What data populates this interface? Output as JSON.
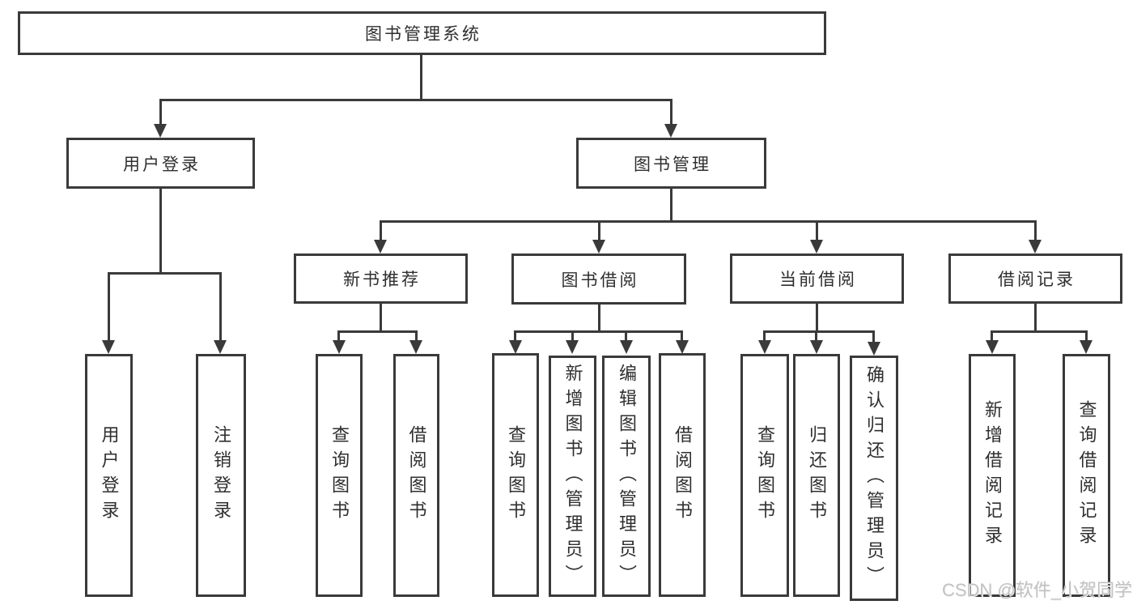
{
  "tree": {
    "label": "图书管理系统",
    "children": [
      {
        "label": "用户登录",
        "children": [
          {
            "label": "用户登录"
          },
          {
            "label": "注销登录"
          }
        ]
      },
      {
        "label": "图书管理",
        "children": [
          {
            "label": "新书推荐",
            "children": [
              {
                "label": "查询图书"
              },
              {
                "label": "借阅图书"
              }
            ]
          },
          {
            "label": "图书借阅",
            "children": [
              {
                "label": "查询图书"
              },
              {
                "label": "新增图书（管理员）"
              },
              {
                "label": "编辑图书（管理员）"
              },
              {
                "label": "借阅图书"
              }
            ]
          },
          {
            "label": "当前借阅",
            "children": [
              {
                "label": "查询图书"
              },
              {
                "label": "归还图书"
              },
              {
                "label": "确认归还（管理员）"
              }
            ]
          },
          {
            "label": "借阅记录",
            "children": [
              {
                "label": "新增借阅记录"
              },
              {
                "label": "查询借阅记录"
              }
            ]
          }
        ]
      }
    ]
  },
  "watermark": {
    "text": "CSDN @软件_小贺同学"
  },
  "colors": {
    "line": "#3a3a3a",
    "text": "#2f2f2f",
    "watermark": "#c2c2c2"
  }
}
